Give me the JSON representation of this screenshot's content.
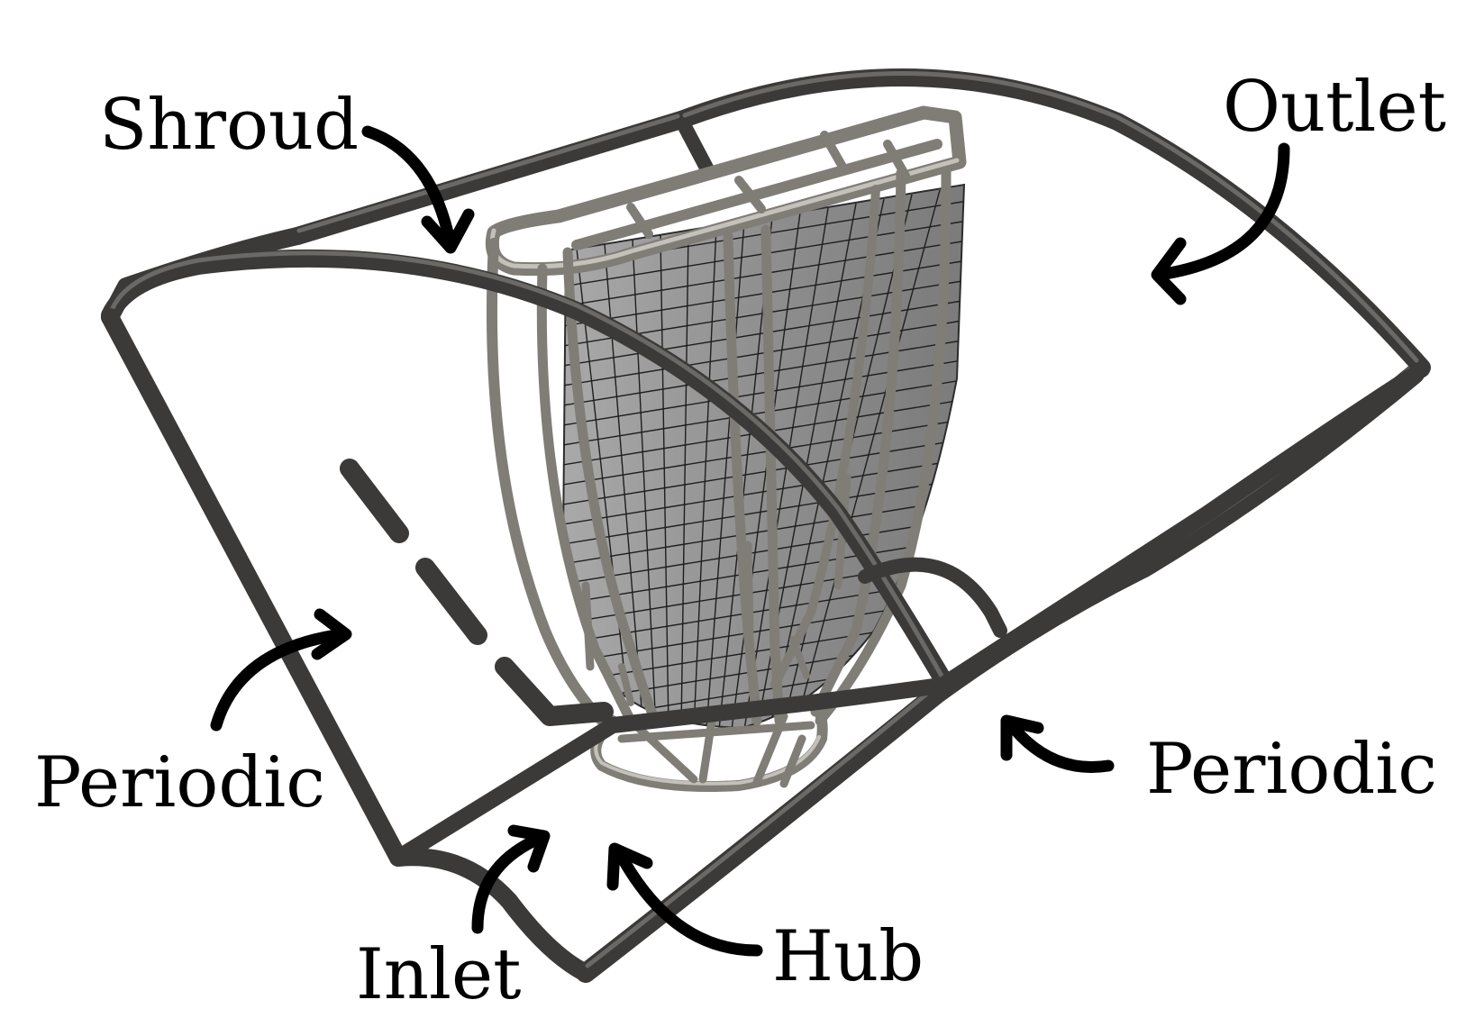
{
  "labels": {
    "shroud": "Shroud",
    "outlet": "Outlet",
    "periodic_left": "Periodic",
    "periodic_right": "Periodic",
    "inlet": "Inlet",
    "hub": "Hub"
  },
  "colors": {
    "frame_tube": "#3b3a38",
    "blade_tube": "#807d77",
    "blade_surface": "#909090",
    "arrow": "#000000",
    "label_text": "#000000"
  }
}
